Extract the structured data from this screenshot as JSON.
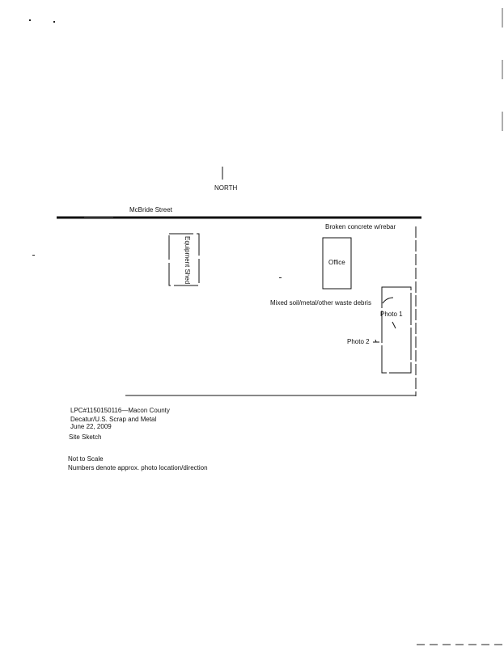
{
  "north_arrow": {
    "label": "NORTH"
  },
  "street": {
    "label": "McBride Street"
  },
  "labels": {
    "equipment_shed": "Equipment Shed",
    "office": "Office",
    "broken_concrete": "Broken concrete w/rebar",
    "mixed_debris": "Mixed soil/metal/other waste debris",
    "photo_1": "Photo 1",
    "photo_2": "Photo 2"
  },
  "caption": {
    "site_id": "LPC#1150150116—Macon County",
    "site_name": "Decatur/U.S. Scrap and Metal",
    "date": "June 22, 2009",
    "sketch_title": "Site Sketch",
    "scale_note": "Not to Scale",
    "numbers_note": "Numbers denote approx. photo location/direction"
  },
  "colors": {
    "ink": "#111111",
    "background": "#ffffff"
  }
}
